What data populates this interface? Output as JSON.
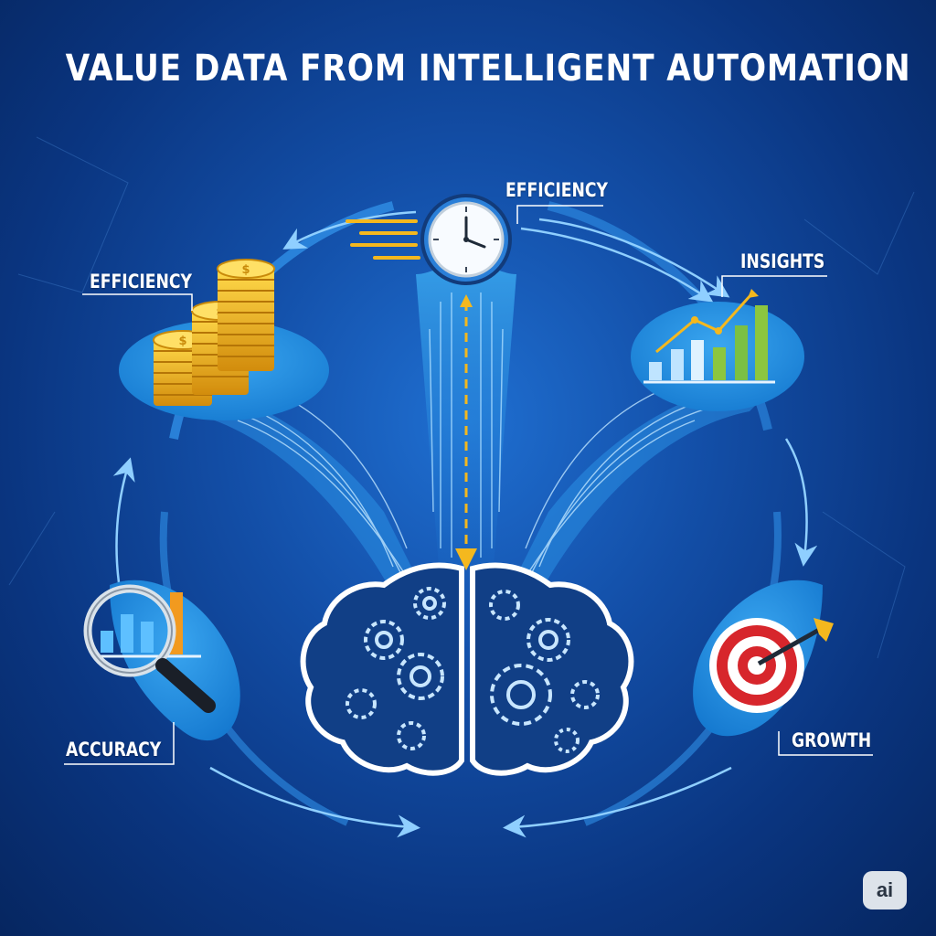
{
  "title": "VALUE DATA FROM INTELLIGENT AUTOMATION",
  "labels": {
    "efficiency_top": "EFFICIENCY",
    "efficiency_left": "EFFICIENCY",
    "insights": "INSIGHTS",
    "accuracy": "ACCURACY",
    "growth": "GROWTH"
  },
  "badge": "ai",
  "icons": [
    "clock-icon",
    "coin-stack-icon",
    "bar-chart-icon",
    "magnifier-chart-icon",
    "target-icon",
    "brain-gears-icon"
  ],
  "colors": {
    "background": "#0b3d8f",
    "accent_yellow": "#f4b81e",
    "panel_blue": "#1e8fe0",
    "line_blue": "#7ec3ff",
    "target_red": "#d7262c",
    "chart_green": "#8cc63f"
  }
}
